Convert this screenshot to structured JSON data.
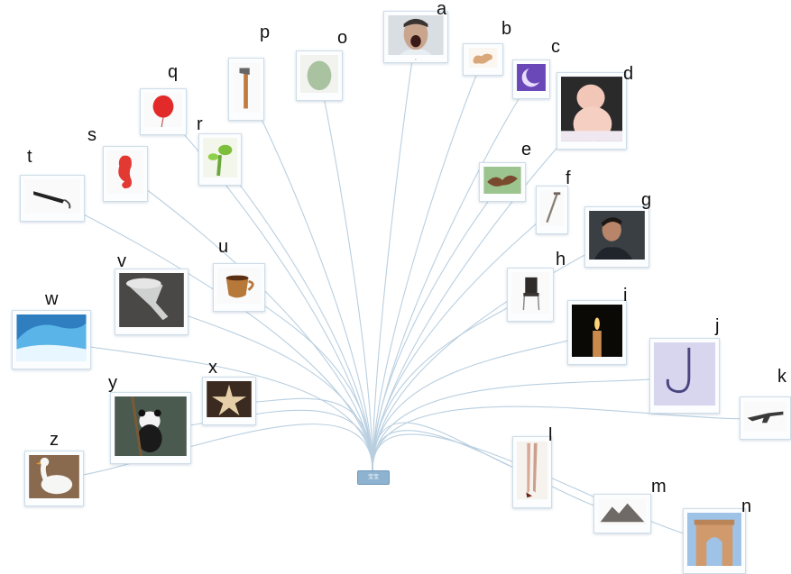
{
  "hub": {
    "label": "宝宝"
  },
  "items": [
    {
      "key": "a",
      "letter": "a",
      "icon": "screaming-man-icon"
    },
    {
      "key": "b",
      "letter": "b",
      "icon": "peanut-icon"
    },
    {
      "key": "c",
      "letter": "c",
      "icon": "moon-icon"
    },
    {
      "key": "d",
      "letter": "d",
      "icon": "baby-icon"
    },
    {
      "key": "e",
      "letter": "e",
      "icon": "eagle-icon"
    },
    {
      "key": "f",
      "letter": "f",
      "icon": "nail-icon"
    },
    {
      "key": "g",
      "letter": "g",
      "icon": "man-portrait-icon"
    },
    {
      "key": "h",
      "letter": "h",
      "icon": "chair-icon"
    },
    {
      "key": "i",
      "letter": "i",
      "icon": "candle-icon"
    },
    {
      "key": "j",
      "letter": "j",
      "icon": "hook-icon"
    },
    {
      "key": "k",
      "letter": "k",
      "icon": "rifle-icon"
    },
    {
      "key": "l",
      "letter": "l",
      "icon": "legs-icon"
    },
    {
      "key": "m",
      "letter": "m",
      "icon": "mountain-icon"
    },
    {
      "key": "n",
      "letter": "n",
      "icon": "gate-icon"
    },
    {
      "key": "o",
      "letter": "o",
      "icon": "egg-icon"
    },
    {
      "key": "p",
      "letter": "p",
      "icon": "axe-icon"
    },
    {
      "key": "q",
      "letter": "q",
      "icon": "balloon-icon"
    },
    {
      "key": "r",
      "letter": "r",
      "icon": "sprout-icon"
    },
    {
      "key": "s",
      "letter": "s",
      "icon": "seahorse-icon"
    },
    {
      "key": "t",
      "letter": "t",
      "icon": "umbrella-icon"
    },
    {
      "key": "u",
      "letter": "u",
      "icon": "cup-icon"
    },
    {
      "key": "v",
      "letter": "v",
      "icon": "funnel-icon"
    },
    {
      "key": "w",
      "letter": "w",
      "icon": "wave-icon"
    },
    {
      "key": "x",
      "letter": "x",
      "icon": "starfish-icon"
    },
    {
      "key": "y",
      "letter": "y",
      "icon": "panda-icon"
    },
    {
      "key": "z",
      "letter": "z",
      "icon": "goose-icon"
    }
  ]
}
